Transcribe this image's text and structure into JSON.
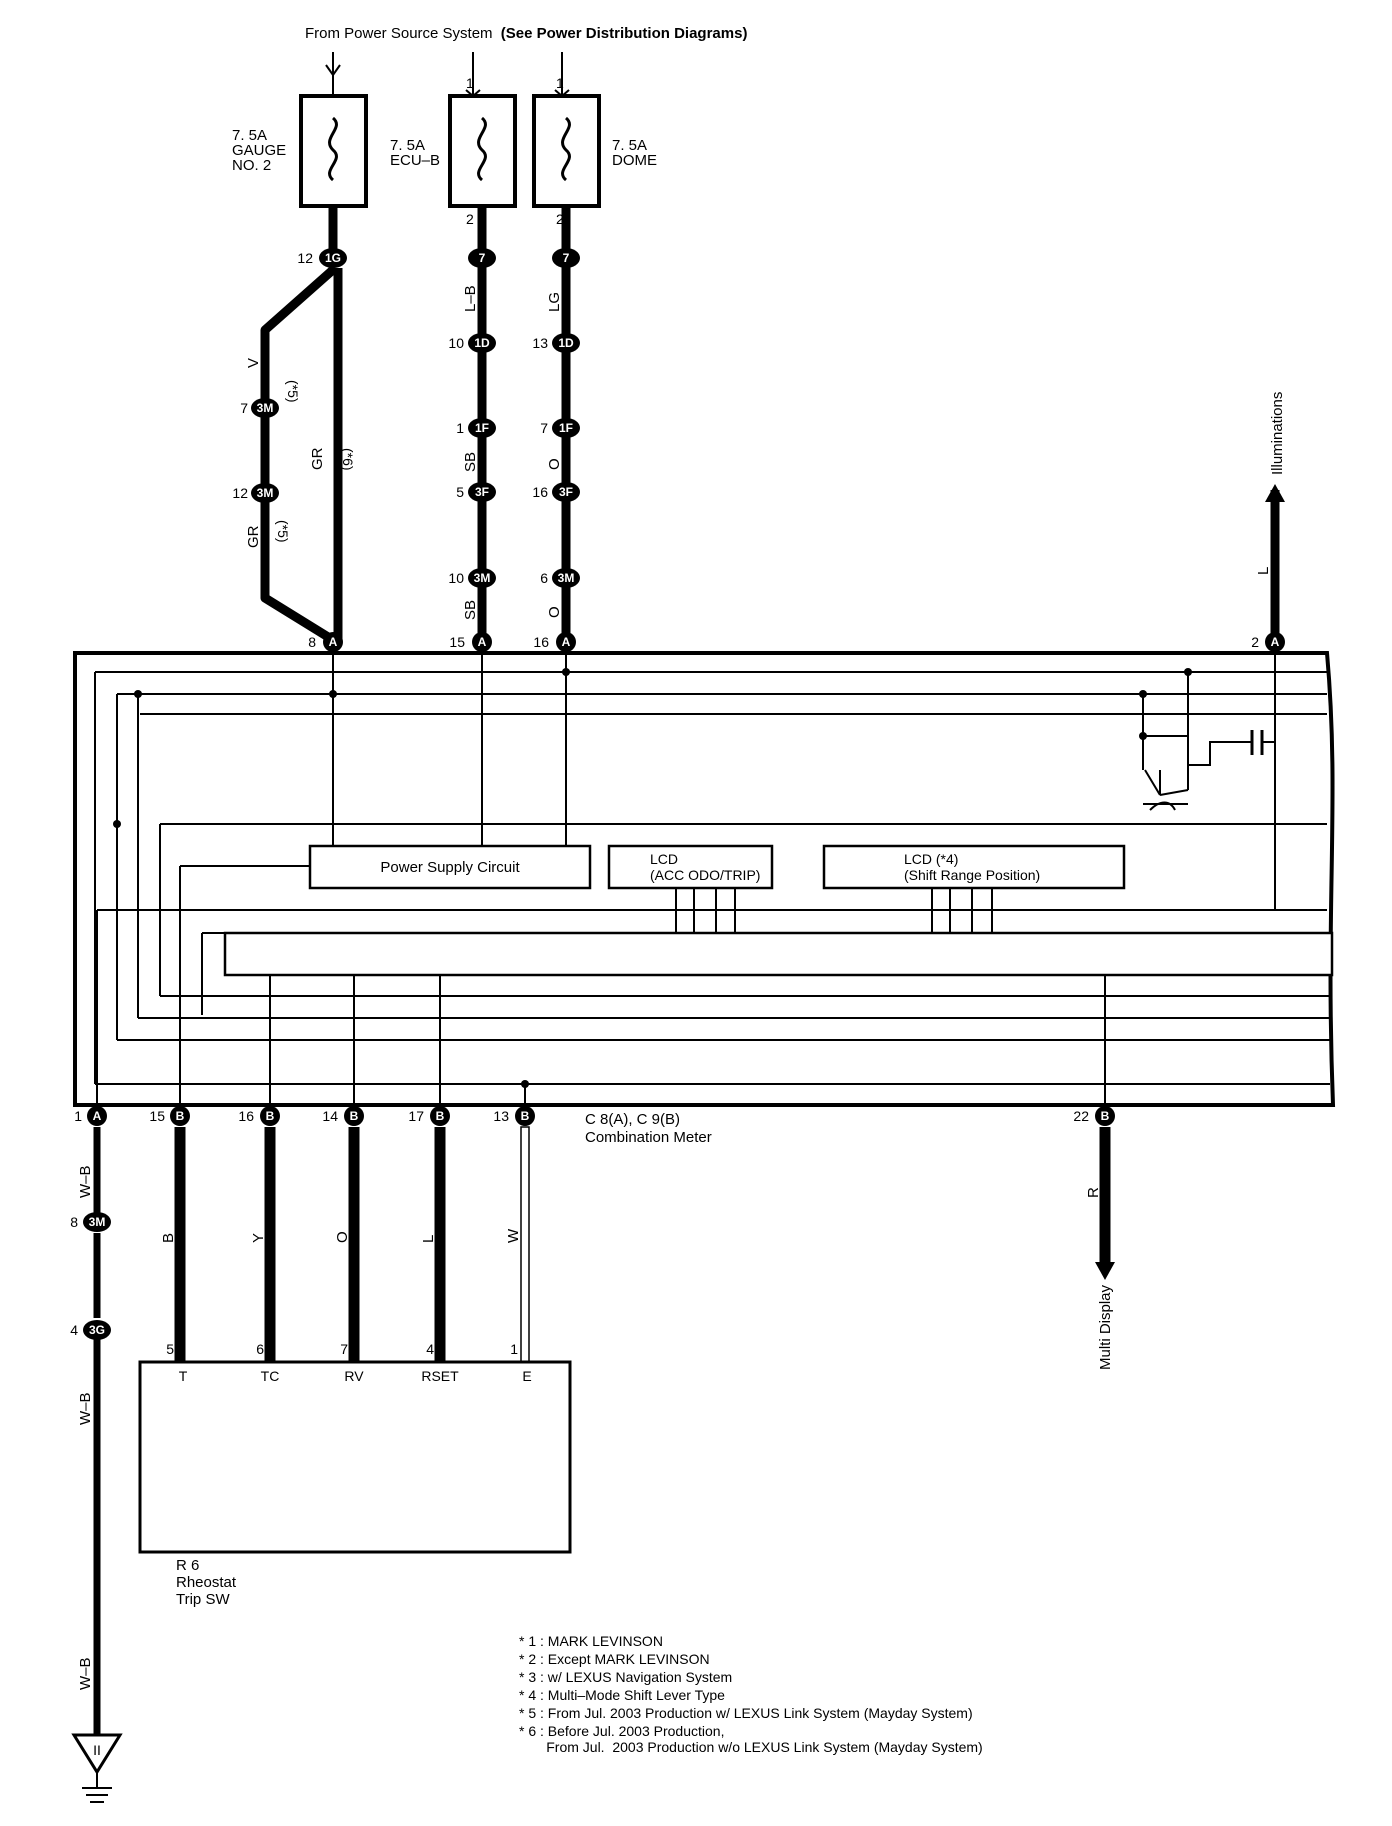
{
  "title": {
    "prefix": "From Power Source System",
    "suffix": "(See Power Distribution Diagrams)"
  },
  "fuses": [
    {
      "id": "gauge",
      "lines": [
        "7. 5A",
        "GAUGE",
        "NO. 2"
      ],
      "pin_in": "",
      "pin_out": ""
    },
    {
      "id": "ecub",
      "lines": [
        "7. 5A",
        "ECU–B"
      ],
      "pin_in": "1",
      "pin_out": "2"
    },
    {
      "id": "dome",
      "lines": [
        "7. 5A",
        "DOME"
      ],
      "pin_in": "1",
      "pin_out": "2"
    }
  ],
  "connectors": {
    "g_1G": {
      "pin": "12",
      "code": "1G"
    },
    "g_3M_a": {
      "pin": "7",
      "code": "3M"
    },
    "g_3M_b": {
      "pin": "12",
      "code": "3M"
    },
    "g_A8": {
      "pin": "8",
      "code": "A"
    },
    "e_7": {
      "pin": "",
      "code": "7"
    },
    "e_1D": {
      "pin": "10",
      "code": "1D"
    },
    "e_1F": {
      "pin": "1",
      "code": "1F"
    },
    "e_3F": {
      "pin": "5",
      "code": "3F"
    },
    "e_3M": {
      "pin": "10",
      "code": "3M"
    },
    "e_A15": {
      "pin": "15",
      "code": "A"
    },
    "d_7": {
      "pin": "",
      "code": "7"
    },
    "d_1D": {
      "pin": "13",
      "code": "1D"
    },
    "d_1F": {
      "pin": "7",
      "code": "1F"
    },
    "d_3F": {
      "pin": "16",
      "code": "3F"
    },
    "d_3M": {
      "pin": "6",
      "code": "3M"
    },
    "d_A16": {
      "pin": "16",
      "code": "A"
    },
    "i_A2": {
      "pin": "2",
      "code": "A"
    },
    "b_A1": {
      "pin": "1",
      "code": "A"
    },
    "b_B15": {
      "pin": "15",
      "code": "B"
    },
    "b_B16": {
      "pin": "16",
      "code": "B"
    },
    "b_B14": {
      "pin": "14",
      "code": "B"
    },
    "b_B17": {
      "pin": "17",
      "code": "B"
    },
    "b_B13": {
      "pin": "13",
      "code": "B"
    },
    "b_B22": {
      "pin": "22",
      "code": "B"
    },
    "gr_3M": {
      "pin": "8",
      "code": "3M"
    },
    "gr_3G": {
      "pin": "4",
      "code": "3G"
    }
  },
  "wires": {
    "v": "V",
    "v_note": "(*5)",
    "gr_right": "GR",
    "gr_right_note": "(*6)",
    "gr_left": "GR",
    "gr_left_note": "(*5)",
    "lb": "L–B",
    "sb1": "SB",
    "sb2": "SB",
    "lg": "LG",
    "o1": "O",
    "o2": "O",
    "l_illum": "L",
    "wb1": "W–B",
    "wb2": "W–B",
    "wb3": "W–B",
    "b": "B",
    "y": "Y",
    "o": "O",
    "l": "L",
    "w": "W",
    "r": "R"
  },
  "illuminations": "Illuminations",
  "multi_display": "Multi Display",
  "meter": {
    "blocks": {
      "power": "Power Supply Circuit",
      "lcd1_line1": "LCD",
      "lcd1_line2": "(ACC ODO/TRIP)",
      "lcd2_line1": "LCD (*4)",
      "lcd2_line2": "(Shift Range Position)"
    },
    "label_line1": "C 8(A), C 9(B)",
    "label_line2": "Combination Meter"
  },
  "rheostat": {
    "pins": [
      {
        "num": "5",
        "name": "T"
      },
      {
        "num": "6",
        "name": "TC"
      },
      {
        "num": "7",
        "name": "RV"
      },
      {
        "num": "4",
        "name": "RSET"
      },
      {
        "num": "1",
        "name": "E"
      }
    ],
    "label_line1": "R 6",
    "label_line2": "Rheostat",
    "label_line3": "Trip SW"
  },
  "ground_symbol": "II",
  "notes": [
    "* 1 : MARK LEVINSON",
    "* 2 : Except MARK LEVINSON",
    "* 3 : w/ LEXUS Navigation System",
    "* 4 : Multi–Mode Shift Lever Type",
    "* 5 : From Jul.  2003 Production w/ LEXUS Link System (Mayday System)",
    "* 6 : Before Jul.  2003 Production,",
    "       From Jul.  2003 Production w/o LEXUS Link System (Mayday System)"
  ]
}
